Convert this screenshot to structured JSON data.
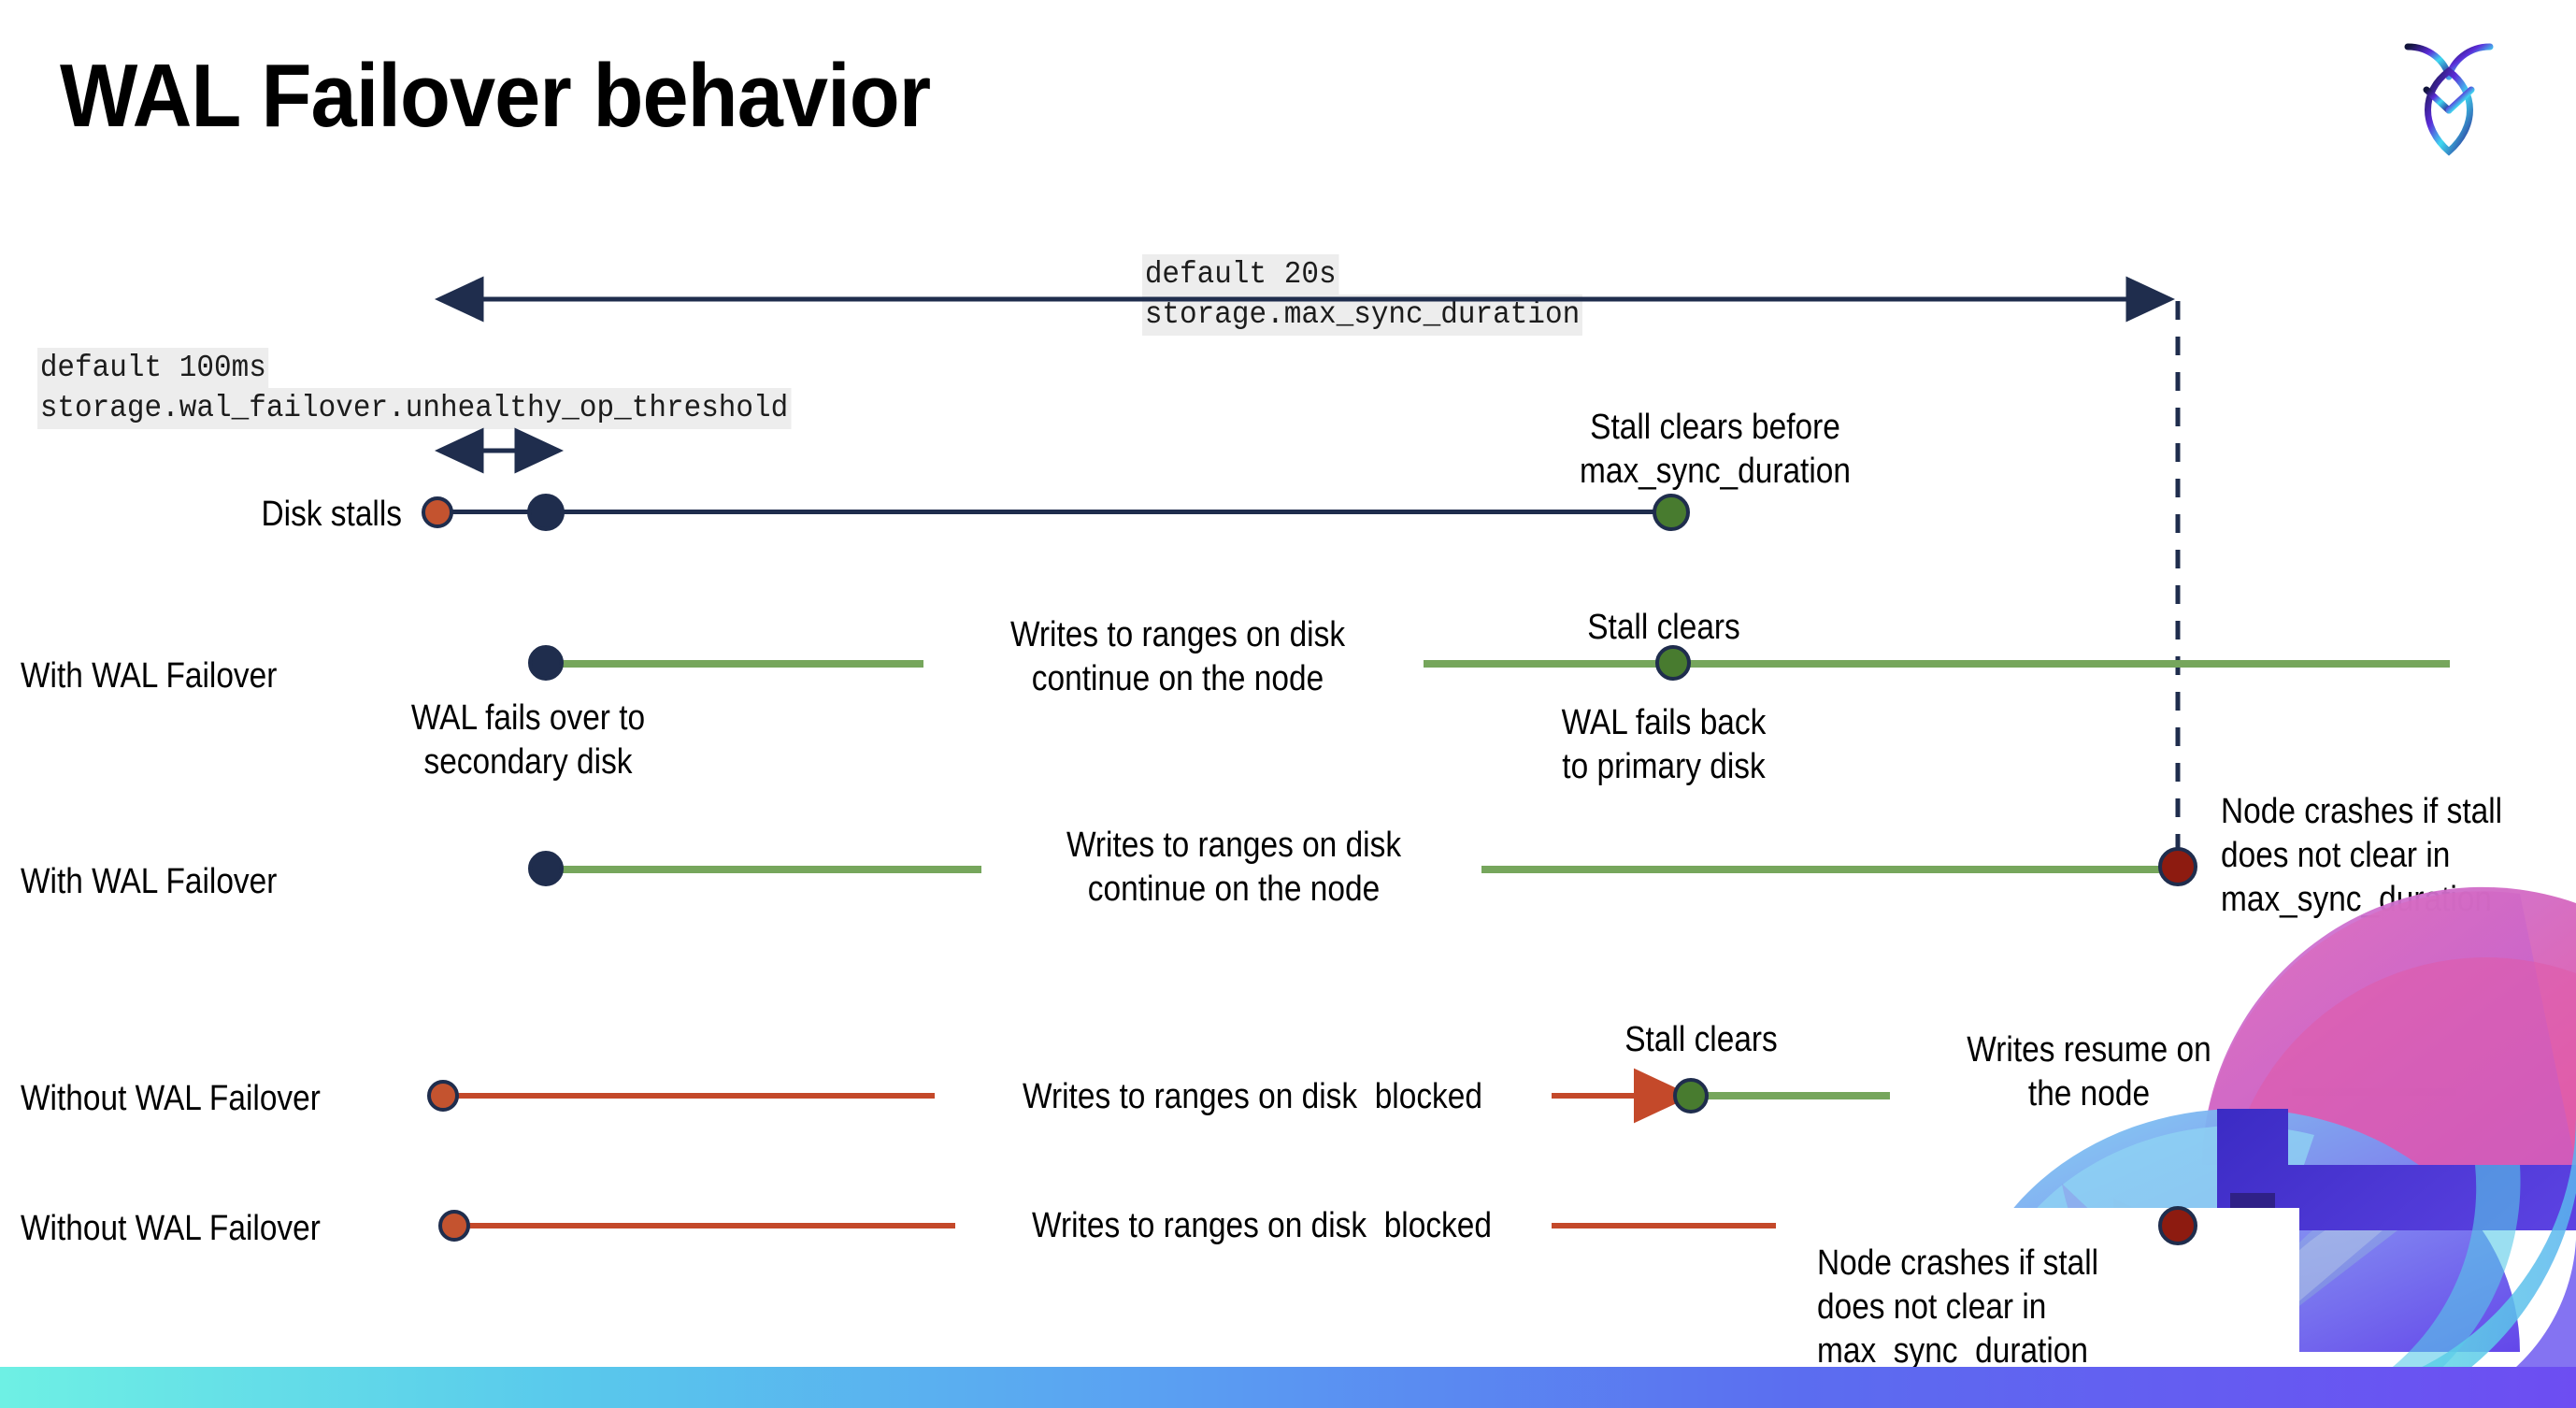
{
  "slide": {
    "title": "WAL Failover behavior",
    "logo_name": "cockroachdb-logo"
  },
  "annotations": {
    "max_sync": {
      "line1": "default 20s",
      "line2": "storage.max_sync_duration"
    },
    "unhealthy": {
      "line1": "default 100ms",
      "line2": "storage.wal_failover.unhealthy_op_threshold"
    }
  },
  "rows": [
    {
      "id": "disk-stalls",
      "label": "Disk stalls",
      "note_top": "Stall clears before\nmax_sync_duration",
      "markers": [
        "stall-start-orange-dot",
        "failover-navy-dot",
        "stall-clear-green-dot"
      ]
    },
    {
      "id": "with-wal-failover-clears",
      "label": "With WAL Failover",
      "note_mid": "Writes to ranges on disk\ncontinue on the node",
      "note_above": "Stall clears",
      "note_below_left": "WAL fails over to\nsecondary disk",
      "note_below_right": "WAL fails  back\nto primary disk"
    },
    {
      "id": "with-wal-failover-crash",
      "label": "With WAL Failover",
      "note_mid": "Writes to ranges on disk\ncontinue on the node",
      "note_right": "Node crashes if stall\ndoes not clear in\nmax_sync_duration"
    },
    {
      "id": "without-wal-failover-clears",
      "label": "Without WAL Failover",
      "note_mid": "Writes to ranges on disk  blocked",
      "note_above": "Stall clears",
      "note_right": "Writes resume on\nthe node"
    },
    {
      "id": "without-wal-failover-crash",
      "label": "Without WAL Failover",
      "note_mid": "Writes to ranges on disk  blocked",
      "note_below_right": "Node crashes if stall\ndoes not clear in\nmax_sync_duration"
    }
  ],
  "colors": {
    "navy": "#1f2d4d",
    "green_line": "#76a65c",
    "green_dot": "#487b2f",
    "orange": "#c4532f",
    "orange_line": "#c4492a",
    "dark_red": "#8d1b10",
    "code_bg": "#ededed",
    "strip_start": "#6ef0e4",
    "strip_end": "#6d4df2"
  }
}
